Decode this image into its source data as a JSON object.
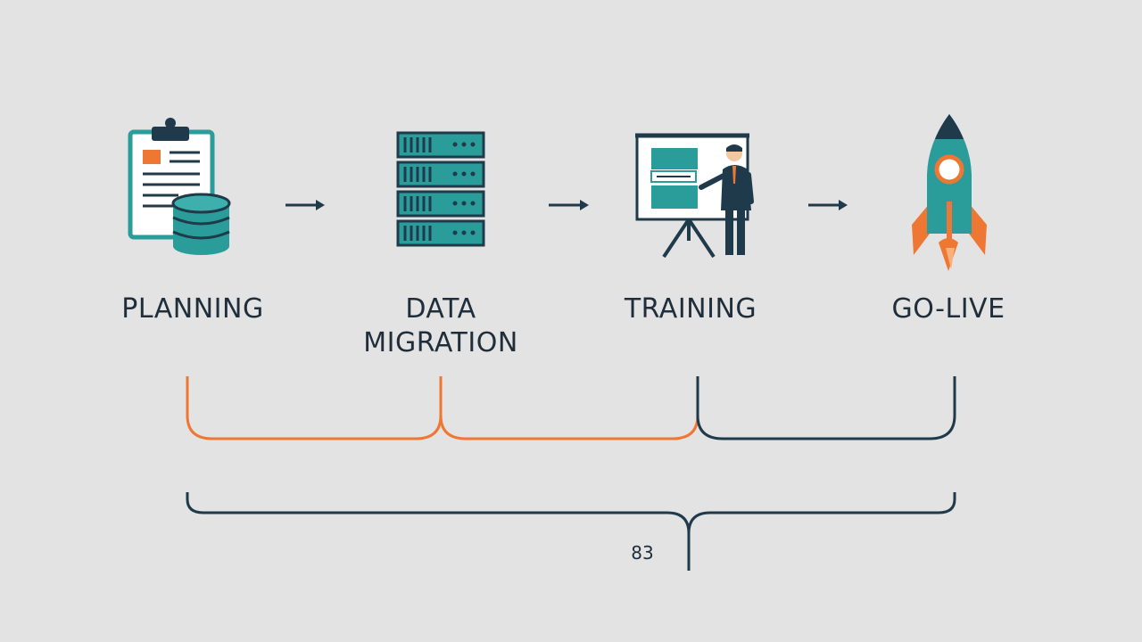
{
  "colors": {
    "background": "#e3e3e3",
    "navy": "#1f3a4a",
    "teal": "#2a9c9a",
    "orange": "#ee7733",
    "ink": "#1f2e3a"
  },
  "stages": [
    {
      "lines": [
        "PLANNING"
      ],
      "icon": "clipboard-database-icon"
    },
    {
      "lines": [
        "DATA",
        "MIGRATION"
      ],
      "icon": "server-rack-icon"
    },
    {
      "lines": [
        "TRAINING"
      ],
      "icon": "presenter-whiteboard-icon"
    },
    {
      "lines": [
        "GO-LIVE"
      ],
      "icon": "rocket-icon"
    }
  ],
  "arrows": [
    "arrow-right-icon",
    "arrow-right-icon",
    "arrow-right-icon"
  ],
  "brackets": {
    "segments": [
      {
        "from": "PLANNING",
        "to": "DATA MIGRATION",
        "color": "orange"
      },
      {
        "from": "DATA MIGRATION",
        "to": "TRAINING",
        "color": "orange"
      },
      {
        "from": "TRAINING",
        "to": "GO-LIVE",
        "color": "navy"
      }
    ],
    "total_label": "83"
  }
}
